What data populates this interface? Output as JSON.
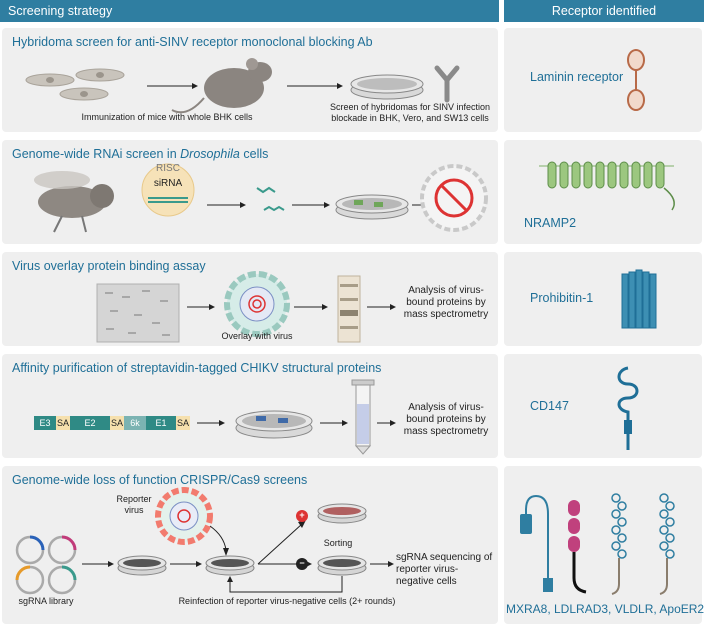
{
  "header": {
    "left": "Screening strategy",
    "right": "Receptor identified"
  },
  "panels": [
    {
      "title": "Hybridoma screen for anti-SINV receptor monoclonal blocking Ab",
      "caption_left": "Immunization of mice with whole BHK cells",
      "caption_right": "Screen of hybridomas for SINV infection blockade in BHK, Vero, and SW13 cells",
      "receptor": "Laminin receptor"
    },
    {
      "title_pre": "Genome-wide RNAi screen in ",
      "title_em": "Drosophila",
      "title_post": " cells",
      "risc": "RISC",
      "sirna": "siRNA",
      "receptor": "NRAMP2"
    },
    {
      "title": "Virus overlay protein binding assay",
      "caption_overlay": "Overlay with virus",
      "analysis": "Analysis of virus-bound proteins by mass spectrometry",
      "receptor": "Prohibitin-1"
    },
    {
      "title": "Affinity purification of streptavidin-tagged CHIKV structural proteins",
      "segments": [
        "E3",
        "SA",
        "E2",
        "SA",
        "6k",
        "E1",
        "SA"
      ],
      "analysis": "Analysis of virus-bound proteins by mass spectrometry",
      "receptor": "CD147"
    },
    {
      "title": "Genome-wide loss of function CRISPR/Cas9 screens",
      "reporter": "Reporter virus",
      "library": "sgRNA library",
      "sorting": "Sorting",
      "plus": "+",
      "minus": "−",
      "result": "sgRNA sequencing of reporter virus-negative cells",
      "reinfection": "Reinfection of reporter virus-negative cells (2+ rounds)",
      "receptor": "MXRA8, LDLRAD3, VLDLR, ApoER2"
    }
  ],
  "colors": {
    "header": "#2f7ea1",
    "panel": "#efefef",
    "title": "#1f6f97",
    "teal": "#3a9a8c",
    "green": "#7fb26a"
  }
}
